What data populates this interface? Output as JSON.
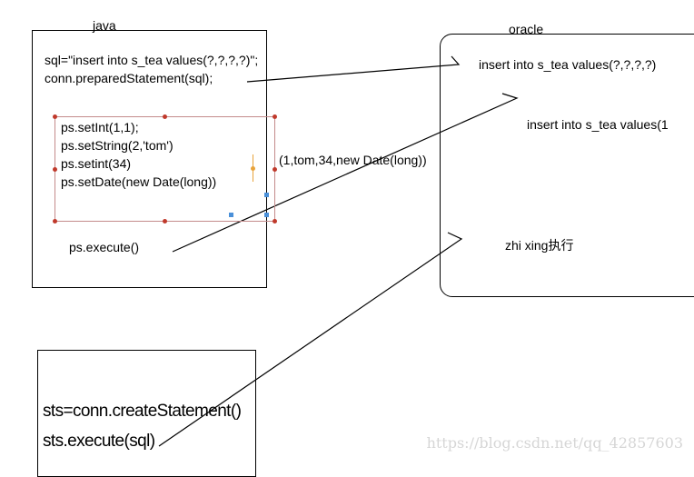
{
  "java": {
    "title": "java",
    "sql_line1": "sql=\"insert into s_tea values(?,?,?,?)\";",
    "sql_line2": "conn.preparedStatement(sql);",
    "ps_lines": [
      "ps.setInt(1,1);",
      "ps.setString(2,'tom')",
      "ps.setint(34)",
      "ps.setDate(new Date(long))"
    ],
    "execute": "ps.execute()"
  },
  "params": "(1,tom,34,new Date(long))",
  "oracle": {
    "title": "oracle",
    "template_sql": "insert into s_tea values(?,?,?,?)",
    "filled_sql": "insert into s_tea values(1",
    "exec_label": "zhi xing执行"
  },
  "statement": {
    "line1": "sts=conn.createStatement()",
    "line2": "sts.execute(sql)"
  },
  "watermark": "https://blog.csdn.net/qq_42857603"
}
